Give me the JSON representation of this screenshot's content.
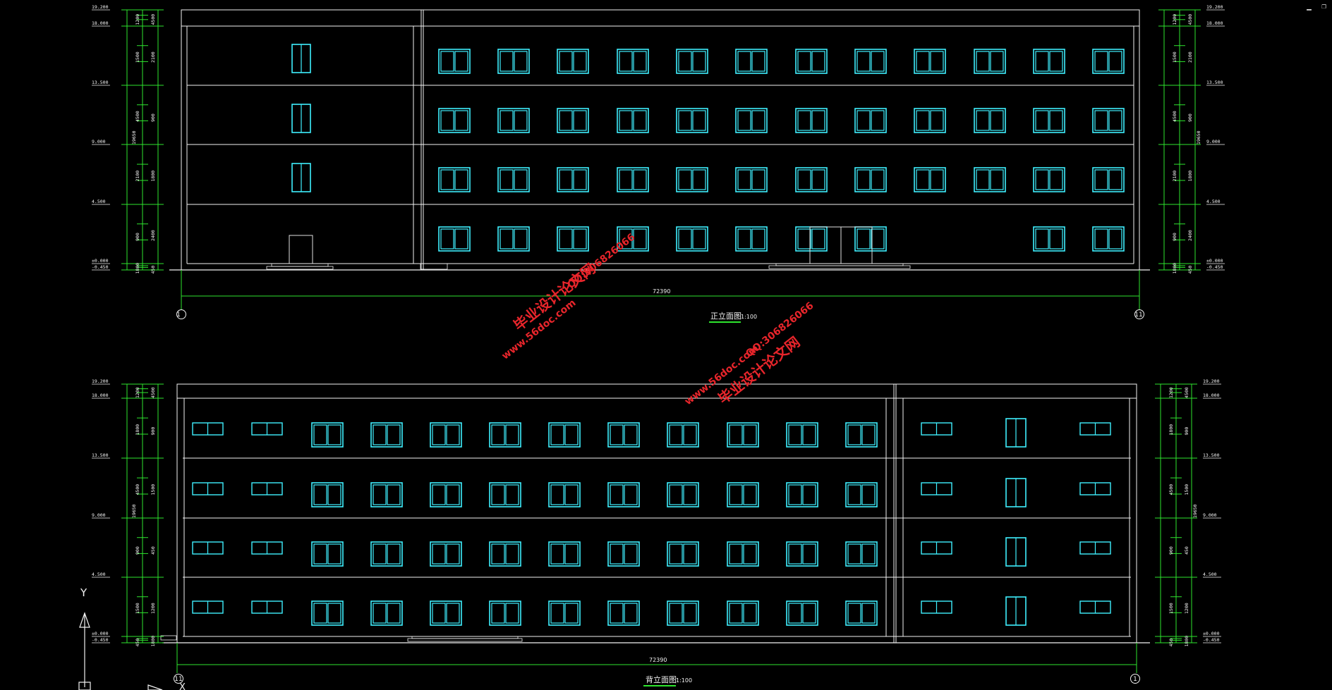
{
  "window": {
    "minimize": "▁",
    "restore": "❐"
  },
  "colors": {
    "wall": "#f2f2f2",
    "window": "#3ff0ff",
    "dim": "#2ee52e",
    "watermark": "#e8252b",
    "axis": "#f2f2f2",
    "door": "#e0e0e0"
  },
  "front": {
    "title": "正立面图",
    "scale": "1:100",
    "total_width": "72390",
    "axis_left": "1",
    "axis_right": "11",
    "levels": [
      "19.200",
      "18.000",
      "13.500",
      "9.000",
      "4.500",
      "±0.000",
      "-0.450"
    ],
    "heights": [
      "1200",
      "1500",
      "4500",
      "2100",
      "900",
      "1800",
      "2400",
      "450"
    ],
    "total_height": "19650"
  },
  "rear": {
    "title": "背立面图",
    "scale": "1:100",
    "total_width": "72390",
    "axis_left": "11",
    "axis_right": "1",
    "levels": [
      "19.200",
      "18.000",
      "13.500",
      "9.000",
      "4.500",
      "±0.000",
      "-0.450"
    ],
    "heights": [
      "1200",
      "1800",
      "4500",
      "900",
      "1500",
      "450"
    ],
    "total_height": "19650"
  },
  "ucs": {
    "y_label": "Y",
    "x_label": "X"
  },
  "watermarks": [
    {
      "line1": "毕业设计论文网",
      "line2": "www.56doc.com",
      "line3": "QQ:306826066"
    },
    {
      "line1": "毕业设计论文网",
      "line2": "www.56doc.com",
      "line3": "QQ:306826066"
    }
  ]
}
